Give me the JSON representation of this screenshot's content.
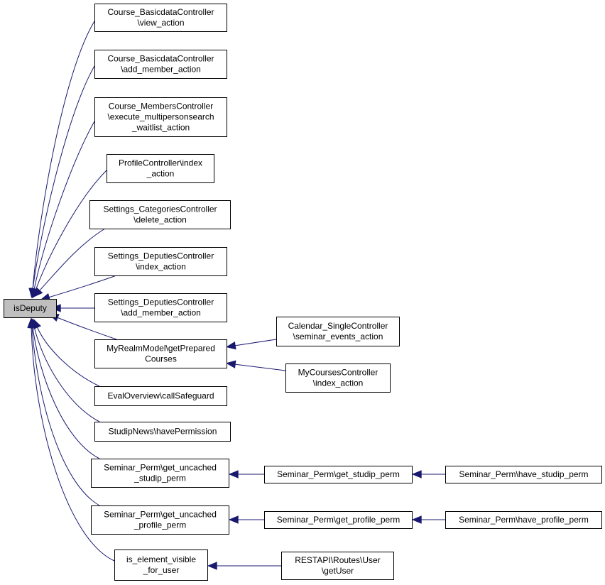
{
  "graph": {
    "root": {
      "id": "isdeputy",
      "lines": [
        "isDeputy"
      ]
    },
    "nodes": [
      {
        "id": "n1",
        "lines": [
          "Course_BasicdataController",
          "\\view_action"
        ]
      },
      {
        "id": "n2",
        "lines": [
          "Course_BasicdataController",
          "\\add_member_action"
        ]
      },
      {
        "id": "n3",
        "lines": [
          "Course_MembersController",
          "\\execute_multipersonsearch",
          "_waitlist_action"
        ]
      },
      {
        "id": "n4",
        "lines": [
          "ProfileController\\index",
          "_action"
        ]
      },
      {
        "id": "n5",
        "lines": [
          "Settings_CategoriesController",
          "\\delete_action"
        ]
      },
      {
        "id": "n6",
        "lines": [
          "Settings_DeputiesController",
          "\\index_action"
        ]
      },
      {
        "id": "n7",
        "lines": [
          "Settings_DeputiesController",
          "\\add_member_action"
        ]
      },
      {
        "id": "n8",
        "lines": [
          "MyRealmModel\\getPrepared",
          "Courses"
        ]
      },
      {
        "id": "n9",
        "lines": [
          "EvalOverview\\callSafeguard"
        ]
      },
      {
        "id": "n10",
        "lines": [
          "StudipNews\\havePermission"
        ]
      },
      {
        "id": "n11",
        "lines": [
          "Seminar_Perm\\get_uncached",
          "_studip_perm"
        ]
      },
      {
        "id": "n12",
        "lines": [
          "Seminar_Perm\\get_uncached",
          "_profile_perm"
        ]
      },
      {
        "id": "n13",
        "lines": [
          "is_element_visible",
          "_for_user"
        ]
      },
      {
        "id": "n14",
        "lines": [
          "Calendar_SingleController",
          "\\seminar_events_action"
        ]
      },
      {
        "id": "n15",
        "lines": [
          "MyCoursesController",
          "\\index_action"
        ]
      },
      {
        "id": "n16",
        "lines": [
          "Seminar_Perm\\get_studip_perm"
        ]
      },
      {
        "id": "n17",
        "lines": [
          "Seminar_Perm\\get_profile_perm"
        ]
      },
      {
        "id": "n18",
        "lines": [
          "RESTAPI\\Routes\\User",
          "\\getUser"
        ]
      },
      {
        "id": "n19",
        "lines": [
          "Seminar_Perm\\have_studip_perm"
        ]
      },
      {
        "id": "n20",
        "lines": [
          "Seminar_Perm\\have_profile_perm"
        ]
      }
    ],
    "edges": [
      {
        "from": "n1",
        "to": "isdeputy"
      },
      {
        "from": "n2",
        "to": "isdeputy"
      },
      {
        "from": "n3",
        "to": "isdeputy"
      },
      {
        "from": "n4",
        "to": "isdeputy"
      },
      {
        "from": "n5",
        "to": "isdeputy"
      },
      {
        "from": "n6",
        "to": "isdeputy"
      },
      {
        "from": "n7",
        "to": "isdeputy"
      },
      {
        "from": "n8",
        "to": "isdeputy"
      },
      {
        "from": "n9",
        "to": "isdeputy"
      },
      {
        "from": "n10",
        "to": "isdeputy"
      },
      {
        "from": "n11",
        "to": "isdeputy"
      },
      {
        "from": "n12",
        "to": "isdeputy"
      },
      {
        "from": "n13",
        "to": "isdeputy"
      },
      {
        "from": "n14",
        "to": "n8"
      },
      {
        "from": "n15",
        "to": "n8"
      },
      {
        "from": "n16",
        "to": "n11"
      },
      {
        "from": "n17",
        "to": "n12"
      },
      {
        "from": "n18",
        "to": "n13"
      },
      {
        "from": "n19",
        "to": "n16"
      },
      {
        "from": "n20",
        "to": "n17"
      }
    ],
    "colors": {
      "edge": "#191970",
      "root_fill": "#bfbfbf",
      "node_fill": "#ffffff",
      "border": "#000000"
    }
  }
}
